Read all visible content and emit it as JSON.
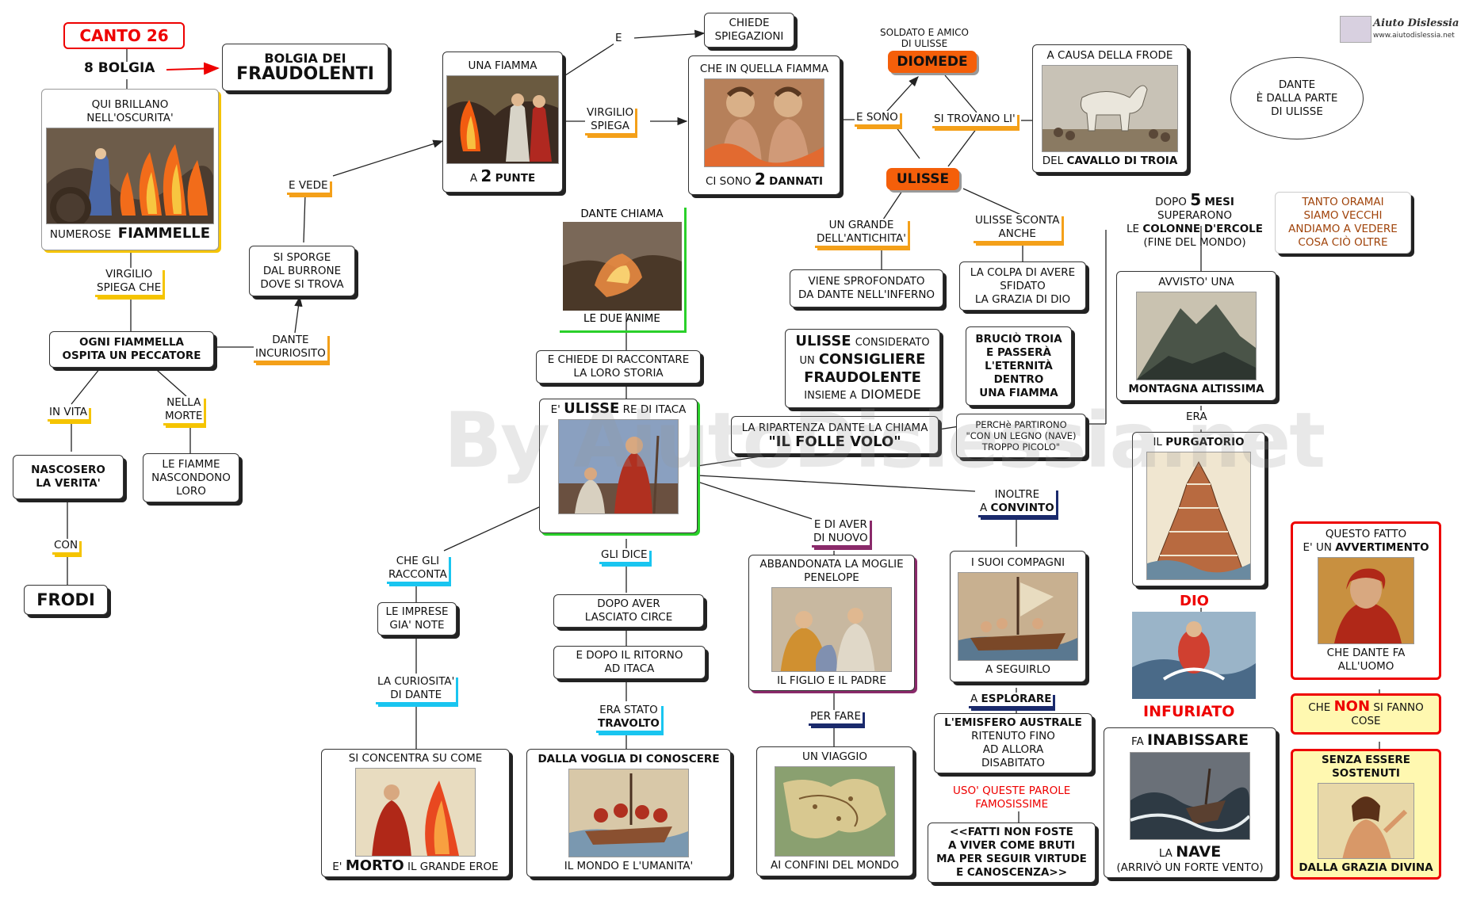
{
  "title": {
    "canto": "CANTO 26",
    "bolgia": "8 BOLGIA",
    "main_line1": "BOLGIA DEI",
    "main_line2": "FRAUDOLENTI"
  },
  "left": {
    "brillano_l1": "QUI BRILLANO",
    "brillano_l2": "NELL'OSCURITA'",
    "numerose": "NUMEROSE",
    "fiammelle": "FIAMMELLE",
    "virgilio_l1": "VIRGILIO",
    "virgilio_l2": "SPIEGA CHE",
    "ogni_l1": "OGNI FIAMMELLA",
    "ogni_l2": "OSPITA UN PECCATORE",
    "in_vita": "IN VITA",
    "nella_l1": "NELLA",
    "nella_l2": "MORTE",
    "nascosero_l1": "NASCOSERO",
    "nascosero_l2": "LA VERITA'",
    "fiamme_l1": "LE FIAMME",
    "fiamme_l2": "NASCONDONO",
    "fiamme_l3": "LORO",
    "con": "CON",
    "frodi": "FRODI",
    "dante_inc_l1": "DANTE",
    "dante_inc_l2": "INCURIOSITO",
    "sporge_l1": "SI SPORGE",
    "sporge_l2": "DAL BURRONE",
    "sporge_l3": "DOVE SI TROVA",
    "e_vede": "E VEDE"
  },
  "fiamma": {
    "head": "UNA FIAMMA",
    "a": "A",
    "num": "2",
    "punte": "PUNTE",
    "e": "E",
    "virgilio_l1": "VIRGILIO",
    "virgilio_l2": "SPIEGA"
  },
  "chiede": {
    "l1": "CHIEDE",
    "l2": "SPIEGAZIONI"
  },
  "quella": {
    "head": "CHE IN QUELLA FIAMMA",
    "ci_sono": "CI SONO",
    "num": "2",
    "dannati": "DANNATI"
  },
  "diomede": {
    "small_l1": "SOLDATO E AMICO",
    "small_l2": "DI ULISSE",
    "name": "DIOMEDE",
    "e_sono": "E SONO",
    "si_trovano": "SI TROVANO LI'"
  },
  "ulisse_pill": "ULISSE",
  "frode": {
    "head": "A CAUSA DELLA FRODE",
    "del": "DEL",
    "cavallo": "CAVALLO DI TROIA"
  },
  "dante_parte": {
    "l1": "DANTE",
    "l2": "È DALLA PARTE",
    "l3": "DI ULISSE"
  },
  "tanto": {
    "l1": "TANTO ORAMAI",
    "l2": "SIAMO VECCHI",
    "l3": "ANDIAMO A VEDERE",
    "l4": "COSA CIÒ OLTRE"
  },
  "mesi": {
    "dopo": "DOPO",
    "num": "5",
    "mesi": "MESI",
    "superarono": "SUPERARONO",
    "le": "LE",
    "colonne": "COLONNE D'ERCOLE",
    "fine": "(FINE DEL MONDO)"
  },
  "montagna": {
    "head": "AVVISTO' UNA",
    "foot": "MONTAGNA ALTISSIMA",
    "era": "ERA"
  },
  "purgatorio": {
    "il": "IL",
    "name": "PURGATORIO",
    "dio": "DIO"
  },
  "infuriato": "INFURIATO",
  "nave": {
    "fa": "FA",
    "inabissare": "INABISSARE",
    "la": "LA",
    "name": "NAVE",
    "foot": "(ARRIVÒ UN FORTE VENTO)"
  },
  "right_red": {
    "q_l1": "QUESTO FATTO",
    "q_l2a": "E' UN",
    "q_l2b": "AVVERTIMENTO",
    "q_l3": "CHE DANTE FA",
    "q_l4": "ALL'UOMO",
    "non_a": "CHE",
    "non_b": "NON",
    "non_c": "SI FANNO",
    "non_l2": "COSE",
    "senza_l1": "SENZA ESSERE",
    "senza_l2": "SOSTENUTI",
    "senza_foot": "DALLA GRAZIA DIVINA"
  },
  "antichita": {
    "l1": "UN GRANDE",
    "l2": "DELL'ANTICHITA'",
    "spro_l1": "VIENE SPROFONDATO",
    "spro_l2": "DA DANTE NELL'INFERNO"
  },
  "sconta": {
    "l1": "ULISSE SCONTA",
    "l2": "ANCHE",
    "colpa_l1": "LA COLPA DI AVERE",
    "colpa_l2": "SFIDATO",
    "colpa_l3": "LA GRAZIA DI DIO"
  },
  "consigliere": {
    "ulisse": "ULISSE",
    "considerato": "CONSIDERATO",
    "un": "UN",
    "consigliere": "CONSIGLIERE",
    "fraudolente": "FRAUDOLENTE",
    "insieme": "INSIEME A",
    "diomede": "DIOMEDE"
  },
  "brucio": {
    "l1": "BRUCIÒ TROIA",
    "l2": "E PASSERÀ",
    "l3": "L'ETERNITÀ",
    "l4": "DENTRO",
    "l5": "UNA FIAMMA"
  },
  "ripartenza": {
    "l1": "LA RIPARTENZA DANTE LA CHIAMA",
    "l2": "\"IL FOLLE VOLO\""
  },
  "perche": {
    "l1": "PERCHè PARTIRONO",
    "l2": "\"CON UN LEGNO (NAVE)",
    "l3": "TROPPO PICOLO\""
  },
  "anime": {
    "head": "DANTE CHIAMA",
    "foot": "LE DUE ANIME"
  },
  "raccontare": {
    "l1": "E CHIEDE DI RACCONTARE",
    "l2": "LA LORO STORIA"
  },
  "re": {
    "e": "E'",
    "ulisse": "ULISSE",
    "re": "RE DI ITACA"
  },
  "racconta": {
    "l1": "CHE GLI",
    "l2": "RACCONTA",
    "imp_l1": "LE IMPRESE",
    "imp_l2": "GIA' NOTE",
    "cur_l1": "LA CURIOSITA'",
    "cur_l2": "DI DANTE"
  },
  "concentra": {
    "head": "SI CONCENTRA SU COME",
    "e": "E'",
    "morto": "MORTO",
    "eroe": "IL GRANDE EROE"
  },
  "dice": {
    "gli_dice": "GLI DICE",
    "circe_l1": "DOPO AVER",
    "circe_l2": "LASCIATO CIRCE",
    "ritorno_l1": "E DOPO IL RITORNO",
    "ritorno_l2": "AD ITACA",
    "stato_l1": "ERA STATO",
    "stato_l2": "TRAVOLTO"
  },
  "voglia": {
    "head": "DALLA VOGLIA DI CONOSCERE",
    "foot": "IL MONDO E L'UMANITA'"
  },
  "moglie": {
    "di_nuovo_l1": "E DI AVER",
    "di_nuovo_l2": "DI NUOVO",
    "head_l1": "ABBANDONATA LA MOGLIE",
    "head_l2": "PENELOPE",
    "foot": "IL FIGLIO E IL PADRE",
    "per_fare": "PER FARE"
  },
  "viaggio": {
    "head": "UN VIAGGIO",
    "foot": "AI CONFINI DEL MONDO"
  },
  "compagni": {
    "inoltre": "INOLTRE",
    "a": "A",
    "convinto": "CONVINTO",
    "head": "I SUOI COMPAGNI",
    "foot": "A SEGUIRLO",
    "a_esplorare": "A",
    "esplorare": "ESPLORARE"
  },
  "emisfero": {
    "l1": "L'EMISFERO AUSTRALE",
    "l2": "RITENUTO FINO",
    "l3": "AD ALLORA",
    "l4": "DISABITATO"
  },
  "parole": {
    "l1": "USO' QUESTE PAROLE",
    "l2": "FAMOSISSIME"
  },
  "citazione": {
    "l1": "<<FATTI NON FOSTE",
    "l2": "A VIVER COME BRUTI",
    "l3": "MA PER SEGUIR VIRTUDE",
    "l4": "E CANOSCENZA>>"
  },
  "logo": {
    "name": "Aiuto Dislessia",
    "url": "www.aiutodislessia.net"
  },
  "watermark": "By AiutoDislessia.net"
}
